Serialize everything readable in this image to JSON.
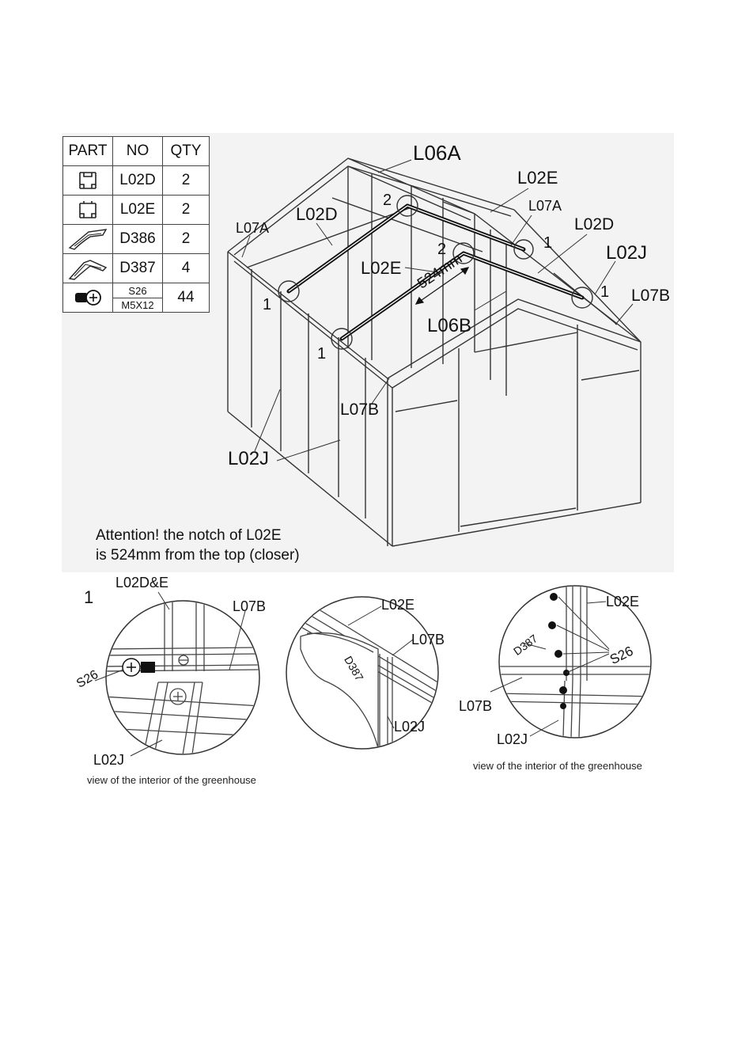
{
  "parts_table": {
    "headers": [
      "PART",
      "NO",
      "QTY"
    ],
    "rows": [
      {
        "icon": "profile-bar-icon",
        "no": "L02D",
        "qty": "2"
      },
      {
        "icon": "profile-bar-icon",
        "no": "L02E",
        "qty": "2"
      },
      {
        "icon": "corner-bracket-icon",
        "no": "D386",
        "qty": "2"
      },
      {
        "icon": "corner-bracket-icon",
        "no": "D387",
        "qty": "4"
      },
      {
        "icon": "screw-icon",
        "no_top": "S26",
        "no_bottom": "M5X12",
        "qty": "44"
      }
    ]
  },
  "main_labels": {
    "l06a": "L06A",
    "l02e_top": "L02E",
    "l07a_right": "L07A",
    "l02d_right": "L02D",
    "l02j_right": "L02J",
    "l07b_right": "L07B",
    "l07a_left": "L07A",
    "l02d_left": "L02D",
    "l02e_mid": "L02E",
    "dim_524": "524mm",
    "l06b": "L06B",
    "l07b_mid": "L07B",
    "l02j_bottom": "L02J",
    "num_2a": "2",
    "num_2b": "2",
    "num_1a": "1",
    "num_1b": "1",
    "num_1c": "1",
    "num_1d": "1"
  },
  "attention": {
    "line1": "Attention! the notch of L02E",
    "line2": "is 524mm from the top (closer)"
  },
  "detail1": {
    "num": "1",
    "l02de": "L02D&E",
    "l07b": "L07B",
    "s26": "S26",
    "l02j": "L02J",
    "caption": "view of the interior of the greenhouse"
  },
  "detail2": {
    "l02e": "L02E",
    "l07b": "L07B",
    "d387": "D387",
    "l02j": "L02J"
  },
  "detail3": {
    "l02e": "L02E",
    "d387": "D387",
    "s26": "S26",
    "l07b": "L07B",
    "l02j": "L02J",
    "caption": "view of the interior of the greenhouse"
  },
  "colors": {
    "line": "#333333",
    "background_grey": "#f2f2f2",
    "bar_dark": "#111111"
  }
}
